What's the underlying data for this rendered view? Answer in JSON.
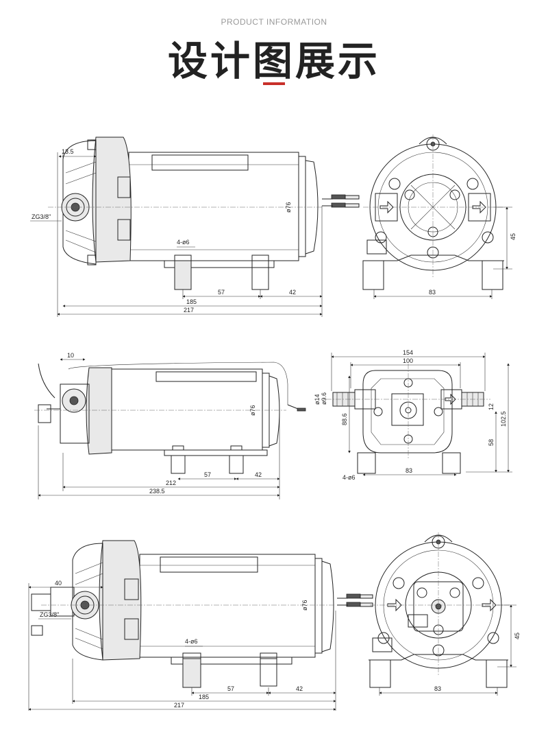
{
  "header": {
    "subtitle": "PRODUCT INFORMATION",
    "title": "设计图展示",
    "accent_color": "#c8302a"
  },
  "views": {
    "top_side": {
      "dim_13_5": "13.5",
      "port_label": "ZG3/8\"",
      "mount_label": "4-ø6",
      "dia_label": "ø76",
      "dim_57": "57",
      "dim_42": "42",
      "dim_185": "185",
      "dim_217": "217"
    },
    "top_front": {
      "dim_45": "45",
      "dim_83": "83"
    },
    "mid_side": {
      "dim_10": "10",
      "dia_label": "ø76",
      "dim_57": "57",
      "dim_42": "42",
      "dim_212": "212",
      "dim_238_5": "238.5"
    },
    "mid_front": {
      "dim_154": "154",
      "dim_100": "100",
      "dia_14": "ø14",
      "dia_9_6": "ø9.6",
      "dim_88_6": "88.6",
      "dim_12": "12",
      "dim_102_5": "102.5",
      "dim_58": "58",
      "mount_label": "4-ø6",
      "dim_83": "83"
    },
    "bot_side": {
      "dim_40": "40",
      "port_label": "ZG3/8\"",
      "mount_label": "4-ø6",
      "dia_label": "ø76",
      "dim_57": "57",
      "dim_42": "42",
      "dim_185": "185",
      "dim_217": "217"
    },
    "bot_front": {
      "dim_45": "45",
      "dim_83": "83"
    }
  }
}
